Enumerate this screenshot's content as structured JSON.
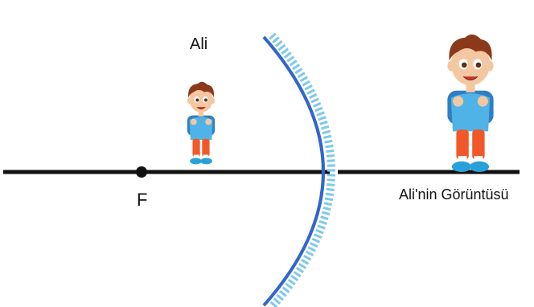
{
  "labels": {
    "object": "Ali",
    "focal_point": "F",
    "image": "Ali'nin Görüntüsü"
  },
  "icons": {
    "object": "boy-figure-icon",
    "image": "boy-figure-icon",
    "mirror": "curved-mirror-icon",
    "focal_dot": "focal-point-dot-icon"
  },
  "colors": {
    "axis": "#111111",
    "mirror_line": "#3366cc",
    "mirror_hatch": "#7ec8ec",
    "skin": "#f3c7a1",
    "hair": "#8a3a1a",
    "shirt": "#4fb3e8",
    "pants": "#f0582a",
    "shoes": "#2aa0d8",
    "backpack": "#2f7fc0"
  }
}
